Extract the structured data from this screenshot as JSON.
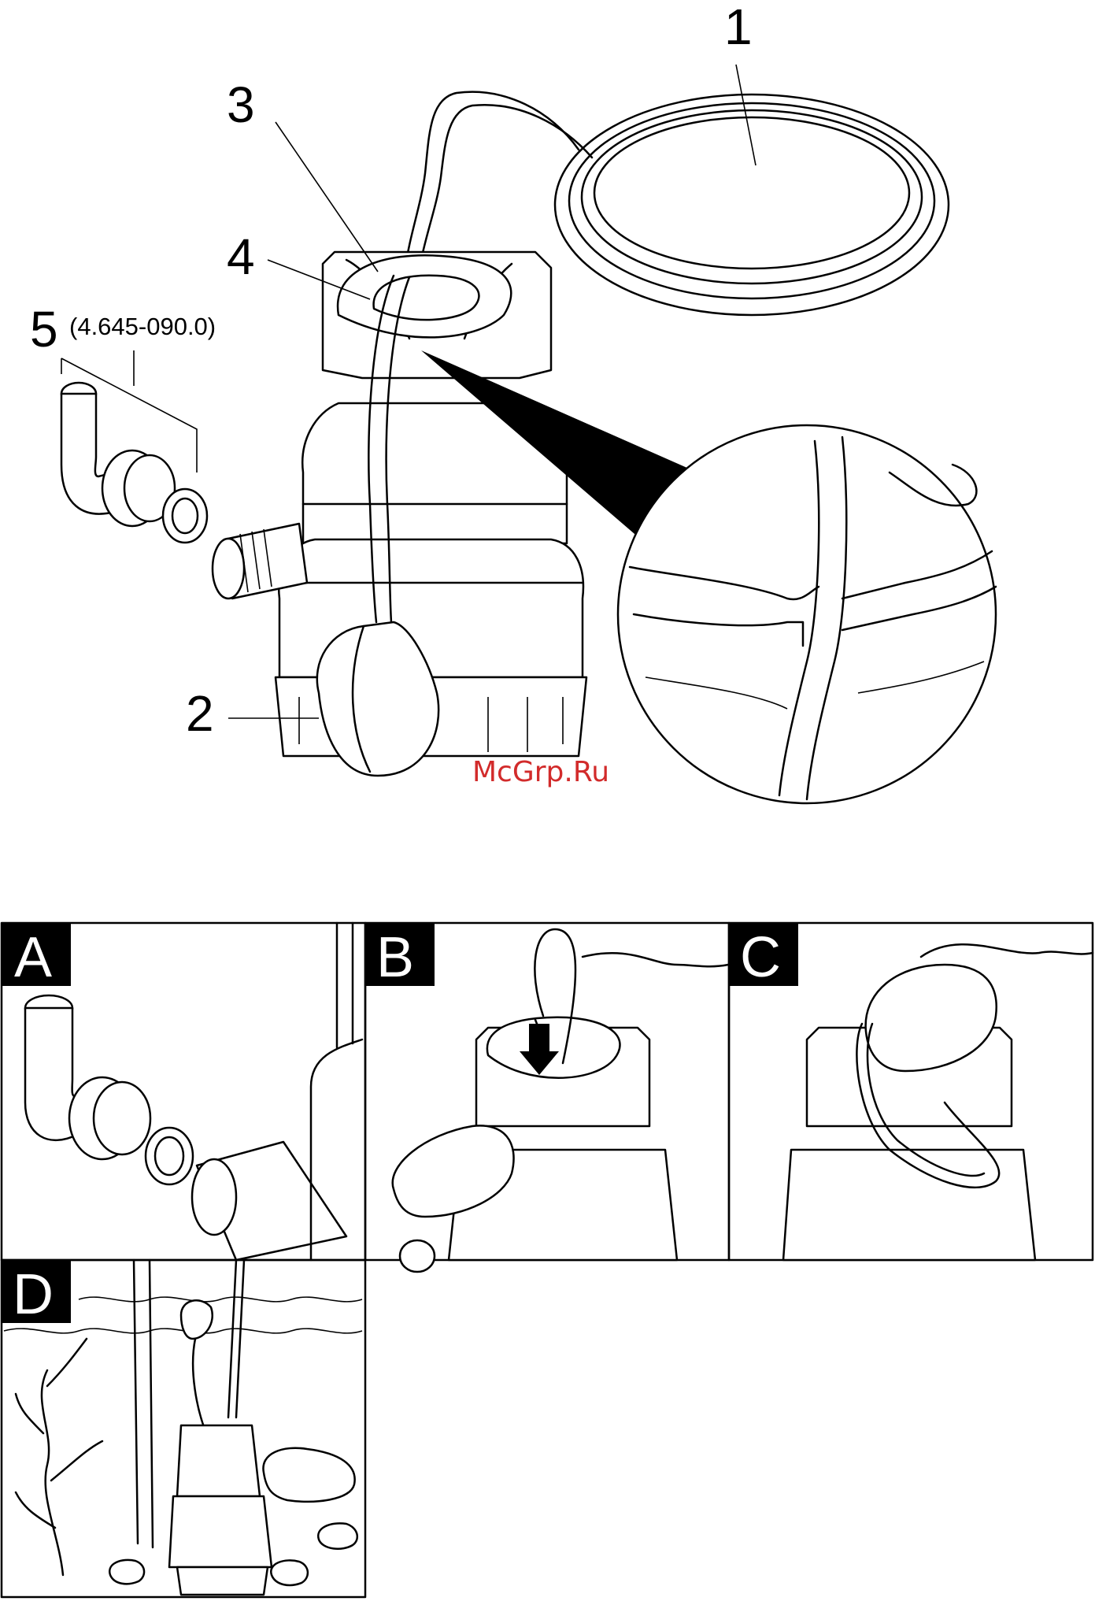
{
  "labels": {
    "one": "1",
    "two": "2",
    "three": "3",
    "four": "4",
    "five": "5",
    "part_number": "(4.645-090.0)"
  },
  "watermark": "McGrp.Ru",
  "panels": {
    "a": "A",
    "b": "B",
    "c": "C",
    "d": "D"
  },
  "colors": {
    "ink": "#000000",
    "watermark": "#d22b2b",
    "paper": "#ffffff"
  }
}
